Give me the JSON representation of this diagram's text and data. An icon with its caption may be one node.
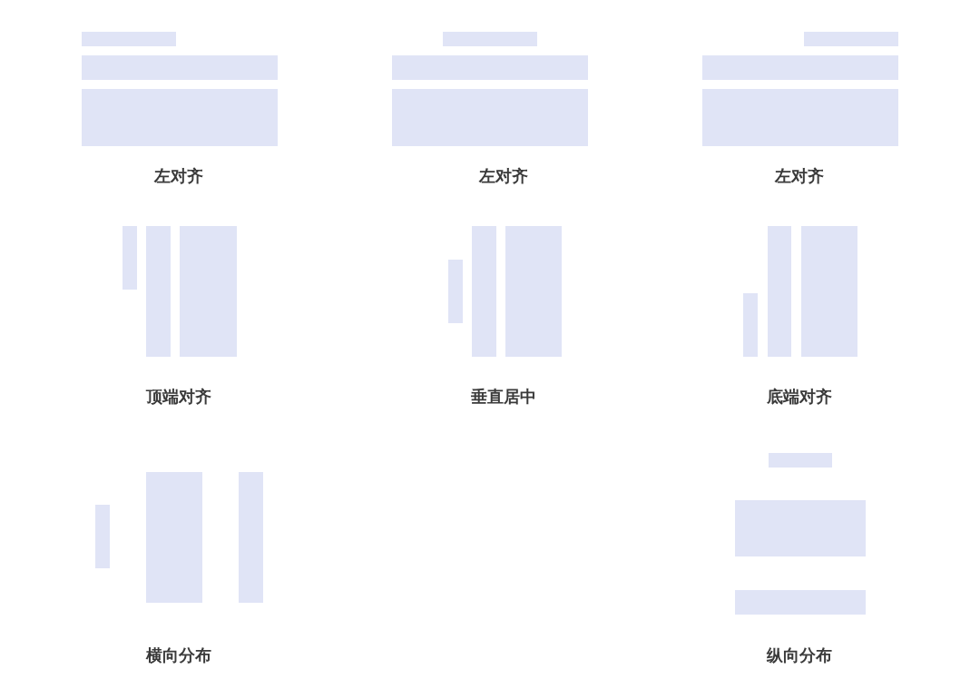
{
  "diagram": {
    "labels": [
      "左对齐",
      "左对齐",
      "左对齐",
      "顶端对齐",
      "垂直居中",
      "底端对齐",
      "横向分布",
      "纵向分布"
    ]
  }
}
